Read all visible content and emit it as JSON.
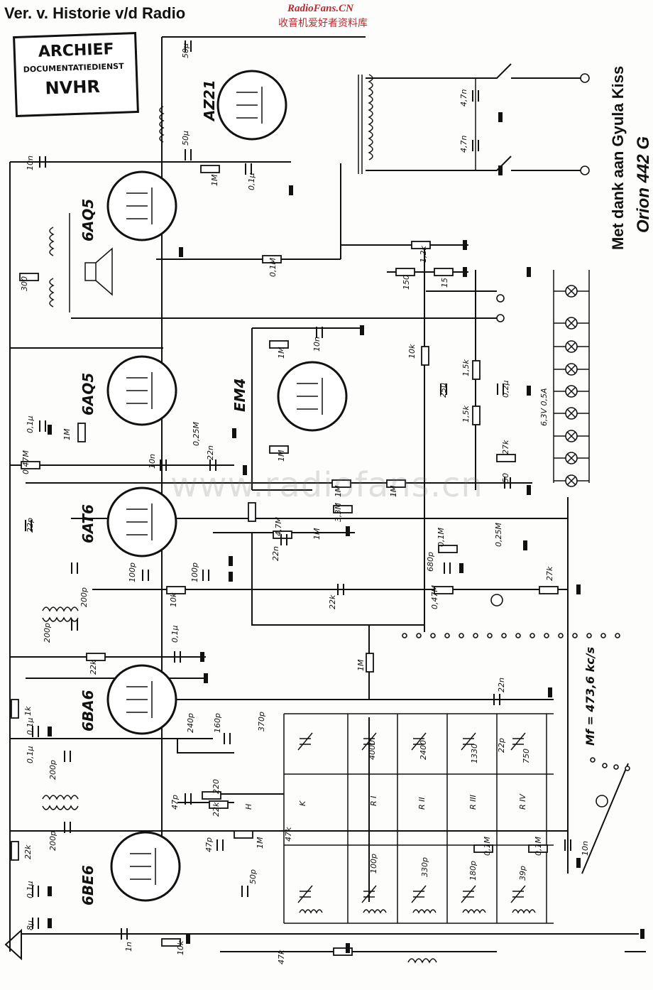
{
  "header": {
    "title": "Ver. v. Historie v/d Radio",
    "site_latin": "RadioFans.CN",
    "site_cn": "收音机爱好者资料库"
  },
  "stamp": {
    "line1": "ARCHIEF",
    "line2": "DOCUMENTATIEDIENST",
    "line3": "NVHR"
  },
  "credit": "Met dank aan Gyula Kiss",
  "model": "Orion 442 G",
  "watermark": "www.radiofans.cn",
  "tubes": [
    "AZ21",
    "6AQ5",
    "6AQ5",
    "EM4",
    "6AT6",
    "6BA6",
    "6BE6"
  ],
  "values": {
    "c_50u_top": "50µ",
    "c_50u_mid": "50µ",
    "c_10n_out": "10n",
    "r_1M_top": "1M",
    "c_01u_top": "0,1µ",
    "c_47n_a": "4,7n",
    "c_47n_b": "4,7n",
    "r_12k": "1,2k",
    "r_01M": "0,1M",
    "r_150": "150",
    "r_15": "15",
    "r_300": "300",
    "r_1M_em4a": "1M",
    "c_10n_em4": "10n",
    "r_1M_em4b": "1M",
    "r_10k": "10k",
    "c_25u": "25µ",
    "r_15k_a": "1,5k",
    "r_15k_b": "1,5k",
    "c_02u": "0,2µ",
    "heater": "6,3V 0,5A",
    "c_01u_left": "0,1µ",
    "r_1M_left": "1M",
    "pot_025M": "0,25M",
    "c_22n_a": "22n",
    "r_047M_a": "0,47M",
    "c_10n_mid": "10n",
    "r_27k_a": "27k",
    "c_50_small": "50",
    "r_1M_c": "1M",
    "r_1M_d": "1M",
    "r_33M": "3,3M",
    "c_22p": "22p",
    "r_47M": "4,7M",
    "c_22n_b": "22n",
    "pot_1M": "1M",
    "r_01M_b": "0,1M",
    "pot_025M_b": "0,25M",
    "c_680p": "680p",
    "c_200p_a": "200p",
    "c_200p_b": "200p",
    "c_100p_a": "100p",
    "c_100p_b": "100p",
    "r_10k_b": "10k",
    "c_22k_a": "22k",
    "r_047M_b": "0,47M",
    "r_27k_b": "27k",
    "r_22k_b": "22k",
    "c_01u_mid": "0,1µ",
    "r_1M_e": "1M",
    "c_22n_c": "22n",
    "r_1k": "1k",
    "c_01u_b": "0,1µ",
    "c_01u_c": "0,1µ",
    "c_200p_c": "200p",
    "c_200p_d": "200p",
    "c_240p": "240p",
    "c_160p": "160p",
    "c_370p": "370p",
    "r_220": "220",
    "c_47p_a": "47p",
    "r_22k_c": "22k",
    "lbl_H": "H",
    "lbl_K": "K",
    "lbl_R1": "R I",
    "lbl_R2": "R II",
    "lbl_R3": "R III",
    "lbl_R4": "R IV",
    "c_4000": "4000",
    "c_2400": "2400",
    "c_1330": "1330",
    "c_22p_b": "22p",
    "c_750": "750",
    "if_freq": "Mf = 473,6 kc/s",
    "r_22k_d": "22k",
    "c_47p_b": "47p",
    "r_1M_f": "1M",
    "r_47k_a": "47k",
    "c_100p_c": "100p",
    "c_330p": "330p",
    "r_01M_c": "0,1M",
    "c_180p": "180p",
    "r_01M_d": "0,1M",
    "c_39p": "39p",
    "c_10n_bot": "10n",
    "c_50p": "50p",
    "c_01u_d": "0,1µ",
    "c_8u": "8µ",
    "r_10k_c": "10k",
    "c_1n": "1n",
    "r_47k_b": "47k"
  }
}
